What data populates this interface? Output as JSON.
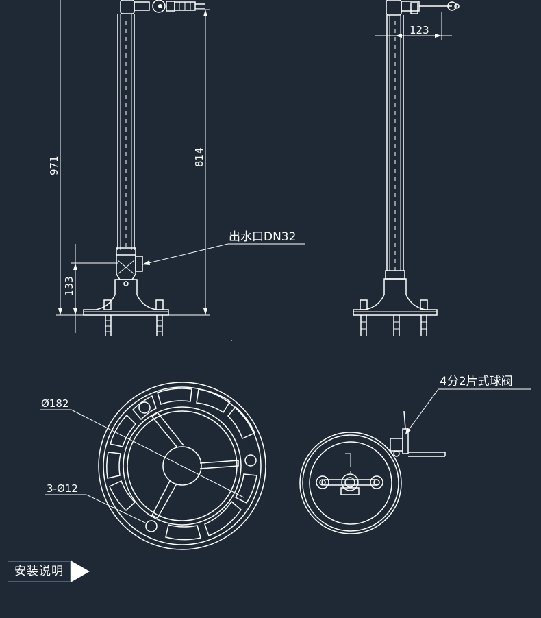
{
  "drawing": {
    "dimensions": {
      "total_height": "971",
      "pipe_height": "814",
      "base_height": "133",
      "handle_offset": "123",
      "flange_diameter": "Ø182",
      "bolt_holes": "3-Ø12"
    },
    "callouts": {
      "outlet": "出水口DN32",
      "valve": "4分2片式球阀"
    }
  },
  "footer": {
    "section_label": "安装说明"
  }
}
